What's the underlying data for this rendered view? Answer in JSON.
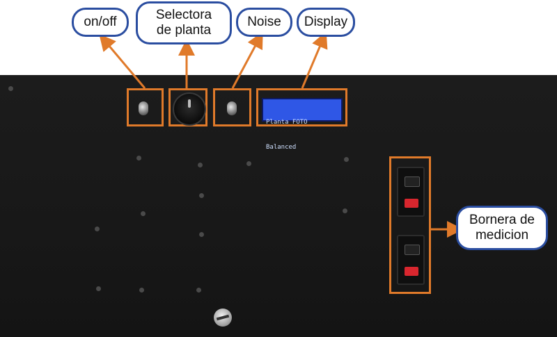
{
  "labels": {
    "onoff": "on/off",
    "selector": "Selectora\nde planta",
    "noise": "Noise",
    "display": "Display",
    "bornera": "Bornera de\nmedicion"
  },
  "lcd": {
    "line1": "Planta FOTO",
    "line2": "Balanced"
  },
  "colors": {
    "callout_border": "#2a4da0",
    "highlight_orange": "#e07a2a",
    "panel": "#1a1a1a",
    "lcd_blue": "#2f57e6",
    "terminal_red": "#d8262e"
  }
}
